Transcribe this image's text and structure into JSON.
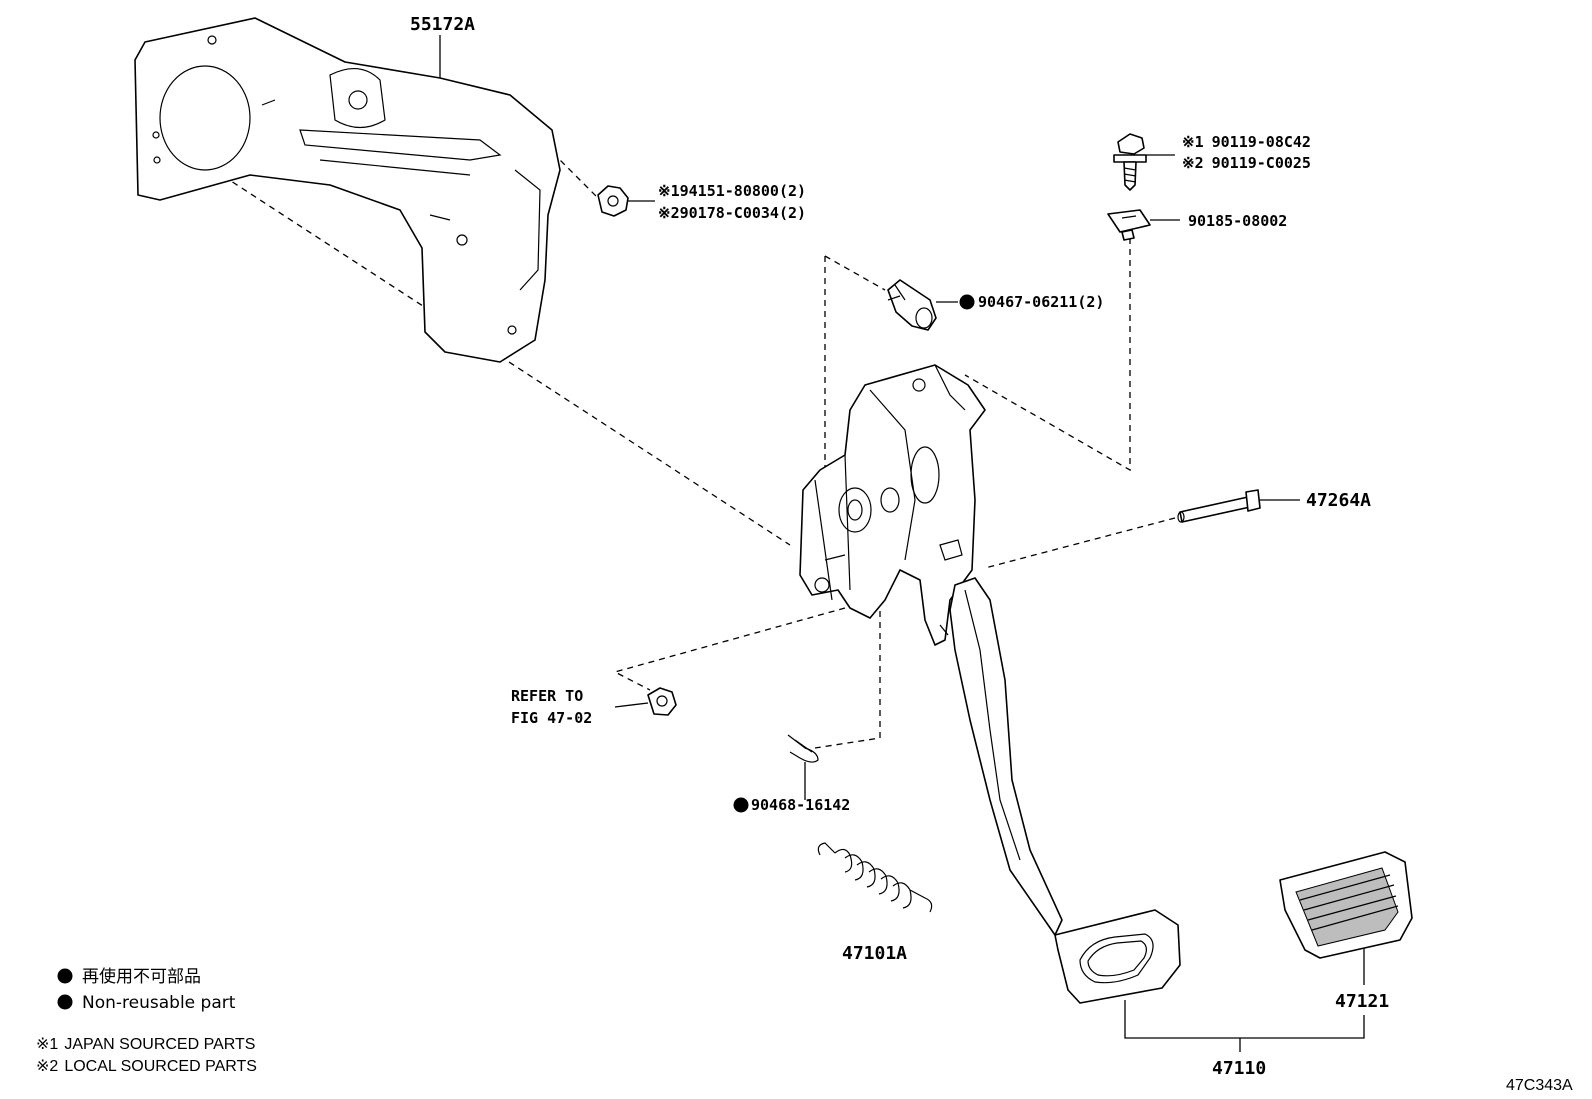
{
  "diagram": {
    "code": "47C343A",
    "parts": {
      "bracket": {
        "number": "55172A"
      },
      "nut": {
        "marks": [
          "※1",
          "※2"
        ],
        "numbers": [
          "94151-80800(2)",
          "90178-C0034(2)"
        ]
      },
      "bolt": {
        "marks": [
          "※1",
          "※2"
        ],
        "numbers": [
          "90119-08C42",
          "90119-C0025"
        ]
      },
      "clip_nut": {
        "number": "90185-08002"
      },
      "bushing": {
        "number": "90467-06211(2)"
      },
      "pin": {
        "number": "47264A"
      },
      "refer": {
        "line1": "REFER TO",
        "line2": "FIG 47-02"
      },
      "cotter_clip": {
        "number": "90468-16142"
      },
      "spring": {
        "number": "47101A"
      },
      "pedal_pad": {
        "number": "47121"
      },
      "pedal_assembly": {
        "number": "47110"
      }
    }
  },
  "legend": {
    "items": [
      {
        "symbol": "●",
        "text": "再使用不可部品"
      },
      {
        "symbol": "●",
        "text": "Non-reusable part"
      }
    ],
    "notes": [
      {
        "mark": "※1",
        "text": "JAPAN SOURCED PARTS"
      },
      {
        "mark": "※2",
        "text": "LOCAL SOURCED PARTS"
      }
    ]
  }
}
